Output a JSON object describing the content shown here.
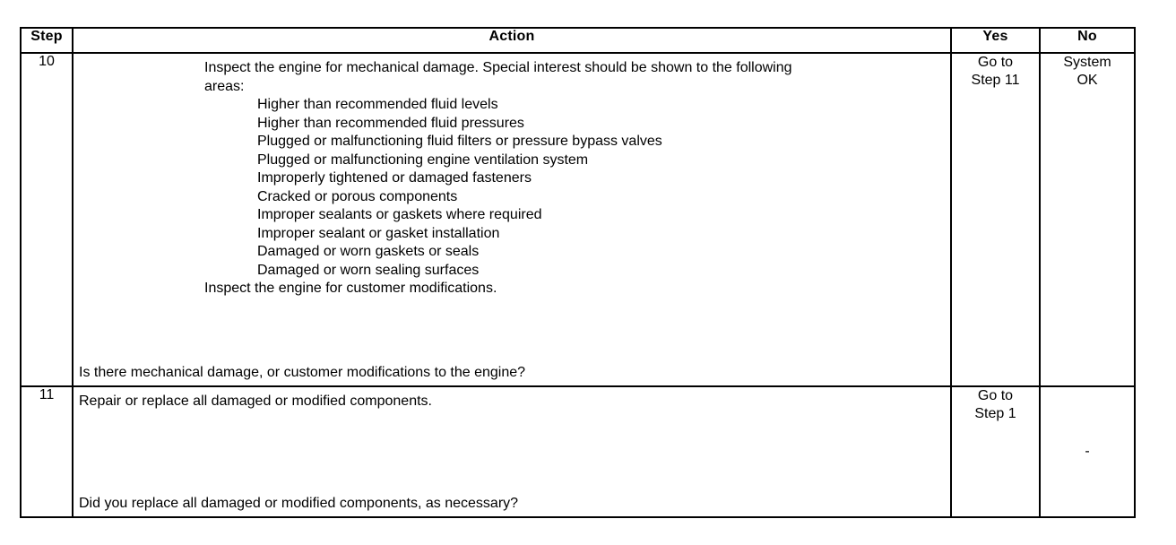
{
  "table": {
    "headers": {
      "step": "Step",
      "action": "Action",
      "yes": "Yes",
      "no": "No"
    },
    "rows": [
      {
        "step": "10",
        "action_lines": [
          {
            "indent": 1,
            "text": "Inspect the engine for mechanical damage. Special interest should be shown to the following"
          },
          {
            "indent": 1,
            "text": "areas:"
          },
          {
            "indent": 2,
            "text": "Higher than recommended fluid levels"
          },
          {
            "indent": 2,
            "text": "Higher than recommended fluid pressures"
          },
          {
            "indent": 2,
            "text": "Plugged or malfunctioning fluid filters or pressure bypass valves"
          },
          {
            "indent": 2,
            "text": "Plugged or malfunctioning engine ventilation system"
          },
          {
            "indent": 2,
            "text": "Improperly tightened or damaged fasteners"
          },
          {
            "indent": 2,
            "text": "Cracked or porous components"
          },
          {
            "indent": 2,
            "text": "Improper sealants or gaskets where required"
          },
          {
            "indent": 2,
            "text": "Improper sealant or gasket installation"
          },
          {
            "indent": 2,
            "text": "Damaged or worn gaskets or seals"
          },
          {
            "indent": 2,
            "text": "Damaged or worn sealing surfaces"
          },
          {
            "indent": 1,
            "text": "Inspect the engine for customer modifications."
          }
        ],
        "question": "Is there mechanical damage, or customer modifications to the engine?",
        "yes": {
          "line1": "Go to",
          "line2": "Step 11"
        },
        "no": {
          "line1": "System",
          "line2": "OK"
        }
      },
      {
        "step": "11",
        "action_lines": [
          {
            "indent": 0,
            "text": "Repair or replace all damaged or modified components."
          }
        ],
        "question": "Did you replace all damaged or modified components, as necessary?",
        "yes": {
          "line1": "Go to",
          "line2": "Step 1"
        },
        "no": {
          "line1": "-",
          "line2": ""
        }
      }
    ]
  }
}
